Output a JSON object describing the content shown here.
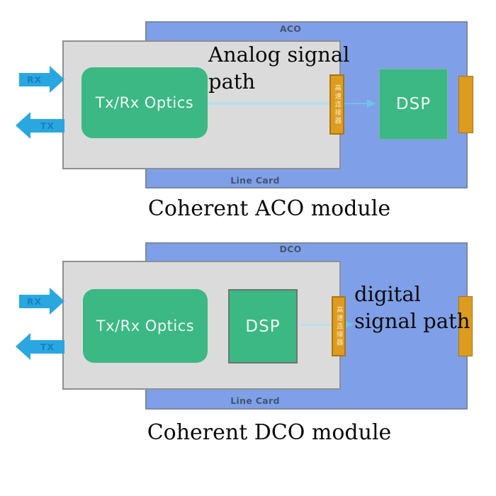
{
  "colors": {
    "line_card_blue": "#7fa0e8",
    "line_card_border": "#7b87a0",
    "module_gray": "#dbdbdb",
    "module_border": "#8f8f8f",
    "chip_green": "#3bb883",
    "connector_orange": "#dd9b1f",
    "connector_border": "#a8780e",
    "arrow_blue": "#29a7e0",
    "signal_line_blue": "#b9dff0",
    "signal_arrow_blue": "#6ec3e8"
  },
  "aco": {
    "module_label": "ACO",
    "line_card_label": "Line Card",
    "optics_label": "Tx/Rx Optics",
    "dsp_label": "DSP",
    "connector_label": "高速连接器",
    "rx_label": "RX",
    "tx_label": "TX",
    "annotation_line1": "Analog signal",
    "annotation_line2": "path",
    "caption": "Coherent ACO module"
  },
  "dco": {
    "module_label": "DCO",
    "line_card_label": "Line Card",
    "optics_label": "Tx/Rx Optics",
    "dsp_label": "DSP",
    "connector_label": "高速连接器",
    "rx_label": "RX",
    "tx_label": "TX",
    "annotation_line1": "digital",
    "annotation_line2": "signal path",
    "caption": "Coherent DCO module"
  }
}
